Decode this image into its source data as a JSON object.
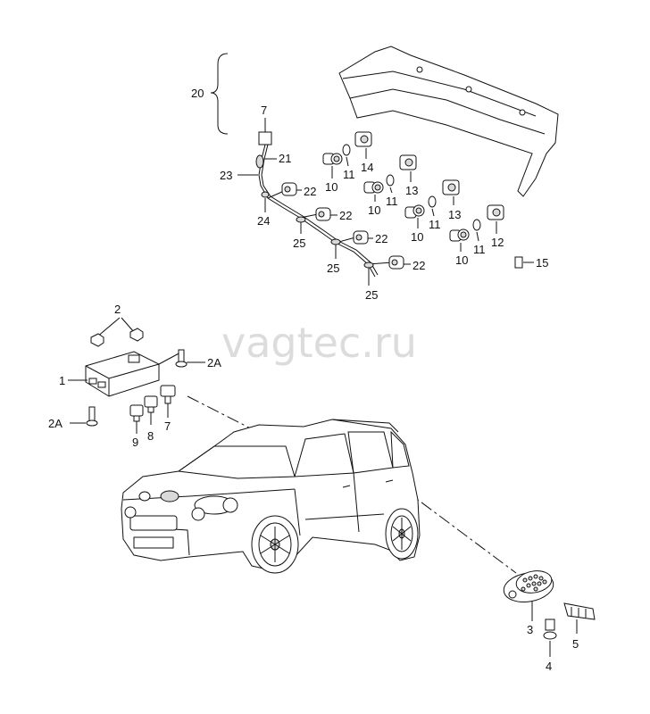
{
  "watermark": "vagtec.ru",
  "labels": {
    "l20": "20",
    "l7a": "7",
    "l21": "21",
    "l23": "23",
    "l24": "24",
    "l22a": "22",
    "l22b": "22",
    "l22c": "22",
    "l22d": "22",
    "l25a": "25",
    "l25b": "25",
    "l25c": "25",
    "l10a": "10",
    "l11a": "11",
    "l14": "14",
    "l10b": "10",
    "l11b": "11",
    "l13a": "13",
    "l10c": "10",
    "l11c": "11",
    "l13b": "13",
    "l10d": "10",
    "l11d": "11",
    "l12": "12",
    "l15": "15",
    "l2": "2",
    "l1": "1",
    "l2A_a": "2A",
    "l2A_b": "2A",
    "l9": "9",
    "l8": "8",
    "l7b": "7",
    "l3": "3",
    "l4": "4",
    "l5": "5"
  }
}
